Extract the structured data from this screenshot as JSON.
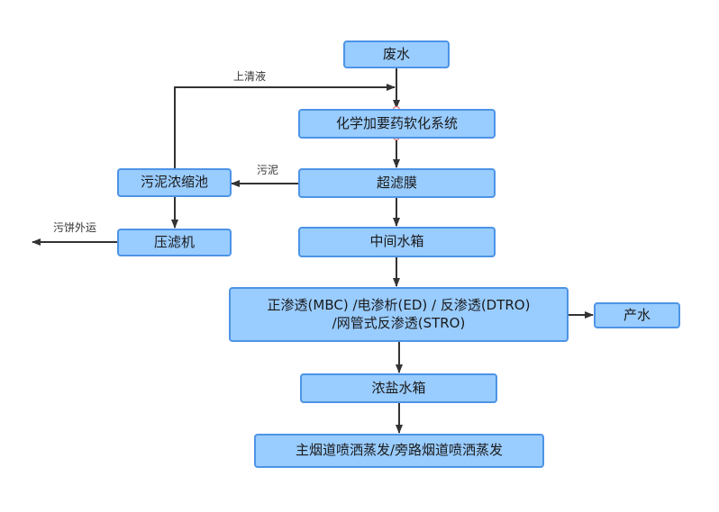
{
  "nodes": {
    "wastewater": "废水",
    "softening": "化学加要药软化系统",
    "uf": "超滤膜",
    "sludge_tank": "污泥浓缩池",
    "filter_press": "压滤机",
    "mid_tank": "中间水箱",
    "membrane_line1": "正渗透(MBC) /电渗析(ED) / 反渗透(DTRO)",
    "membrane_line2": "/网管式反渗透(STRO)",
    "product_water": "产水",
    "brine_tank": "浓盐水箱",
    "evaporation": "主烟道喷洒蒸发/旁路烟道喷洒蒸发"
  },
  "edge_labels": {
    "supernatant": "上清液",
    "sludge": "污泥",
    "cake_out": "污饼外运"
  },
  "colors": {
    "box_fill": "#99ccff",
    "box_border": "#4d94e6",
    "line": "#333333"
  }
}
